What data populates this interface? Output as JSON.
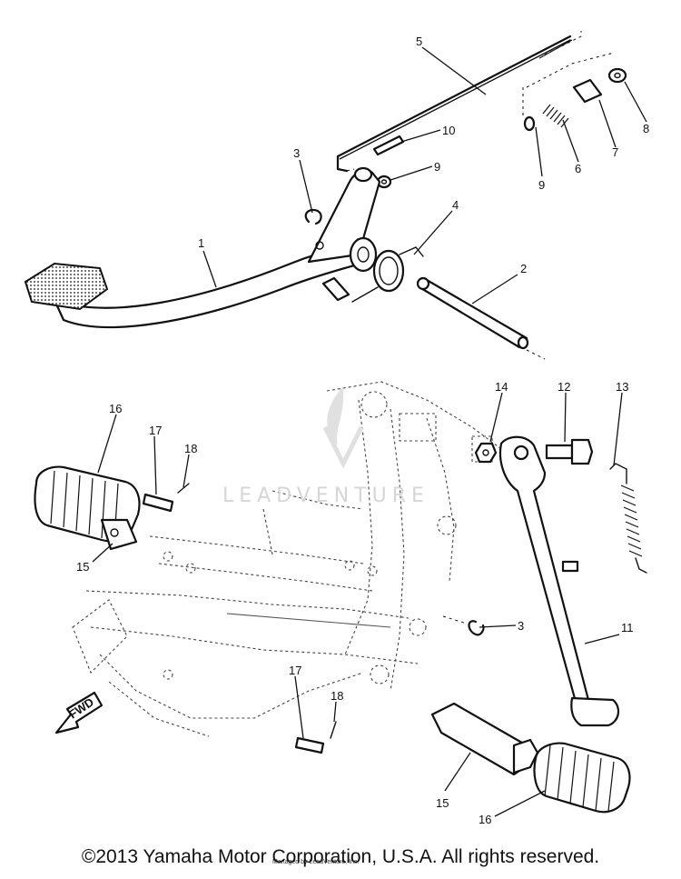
{
  "diagram": {
    "parts": [
      {
        "id": "p1",
        "label": "1"
      },
      {
        "id": "p2",
        "label": "2"
      },
      {
        "id": "p3a",
        "label": "3"
      },
      {
        "id": "p3b",
        "label": "3"
      },
      {
        "id": "p4",
        "label": "4"
      },
      {
        "id": "p5",
        "label": "5"
      },
      {
        "id": "p6",
        "label": "6"
      },
      {
        "id": "p7",
        "label": "7"
      },
      {
        "id": "p8",
        "label": "8"
      },
      {
        "id": "p9a",
        "label": "9"
      },
      {
        "id": "p9b",
        "label": "9"
      },
      {
        "id": "p10",
        "label": "10"
      },
      {
        "id": "p11",
        "label": "11"
      },
      {
        "id": "p12",
        "label": "12"
      },
      {
        "id": "p13",
        "label": "13"
      },
      {
        "id": "p14",
        "label": "14"
      },
      {
        "id": "p15a",
        "label": "15"
      },
      {
        "id": "p15b",
        "label": "15"
      },
      {
        "id": "p16a",
        "label": "16"
      },
      {
        "id": "p16b",
        "label": "16"
      },
      {
        "id": "p17a",
        "label": "17"
      },
      {
        "id": "p17b",
        "label": "17"
      },
      {
        "id": "p18a",
        "label": "18"
      },
      {
        "id": "p18b",
        "label": "18"
      }
    ],
    "fwd_label": "FWD",
    "watermark": "LEADVENTURE",
    "small_footnote": "Managed by LeadVenture, Inc."
  },
  "footer": {
    "copyright": "©2013 Yamaha Motor Corporation, U.S.A. All rights reserved."
  }
}
